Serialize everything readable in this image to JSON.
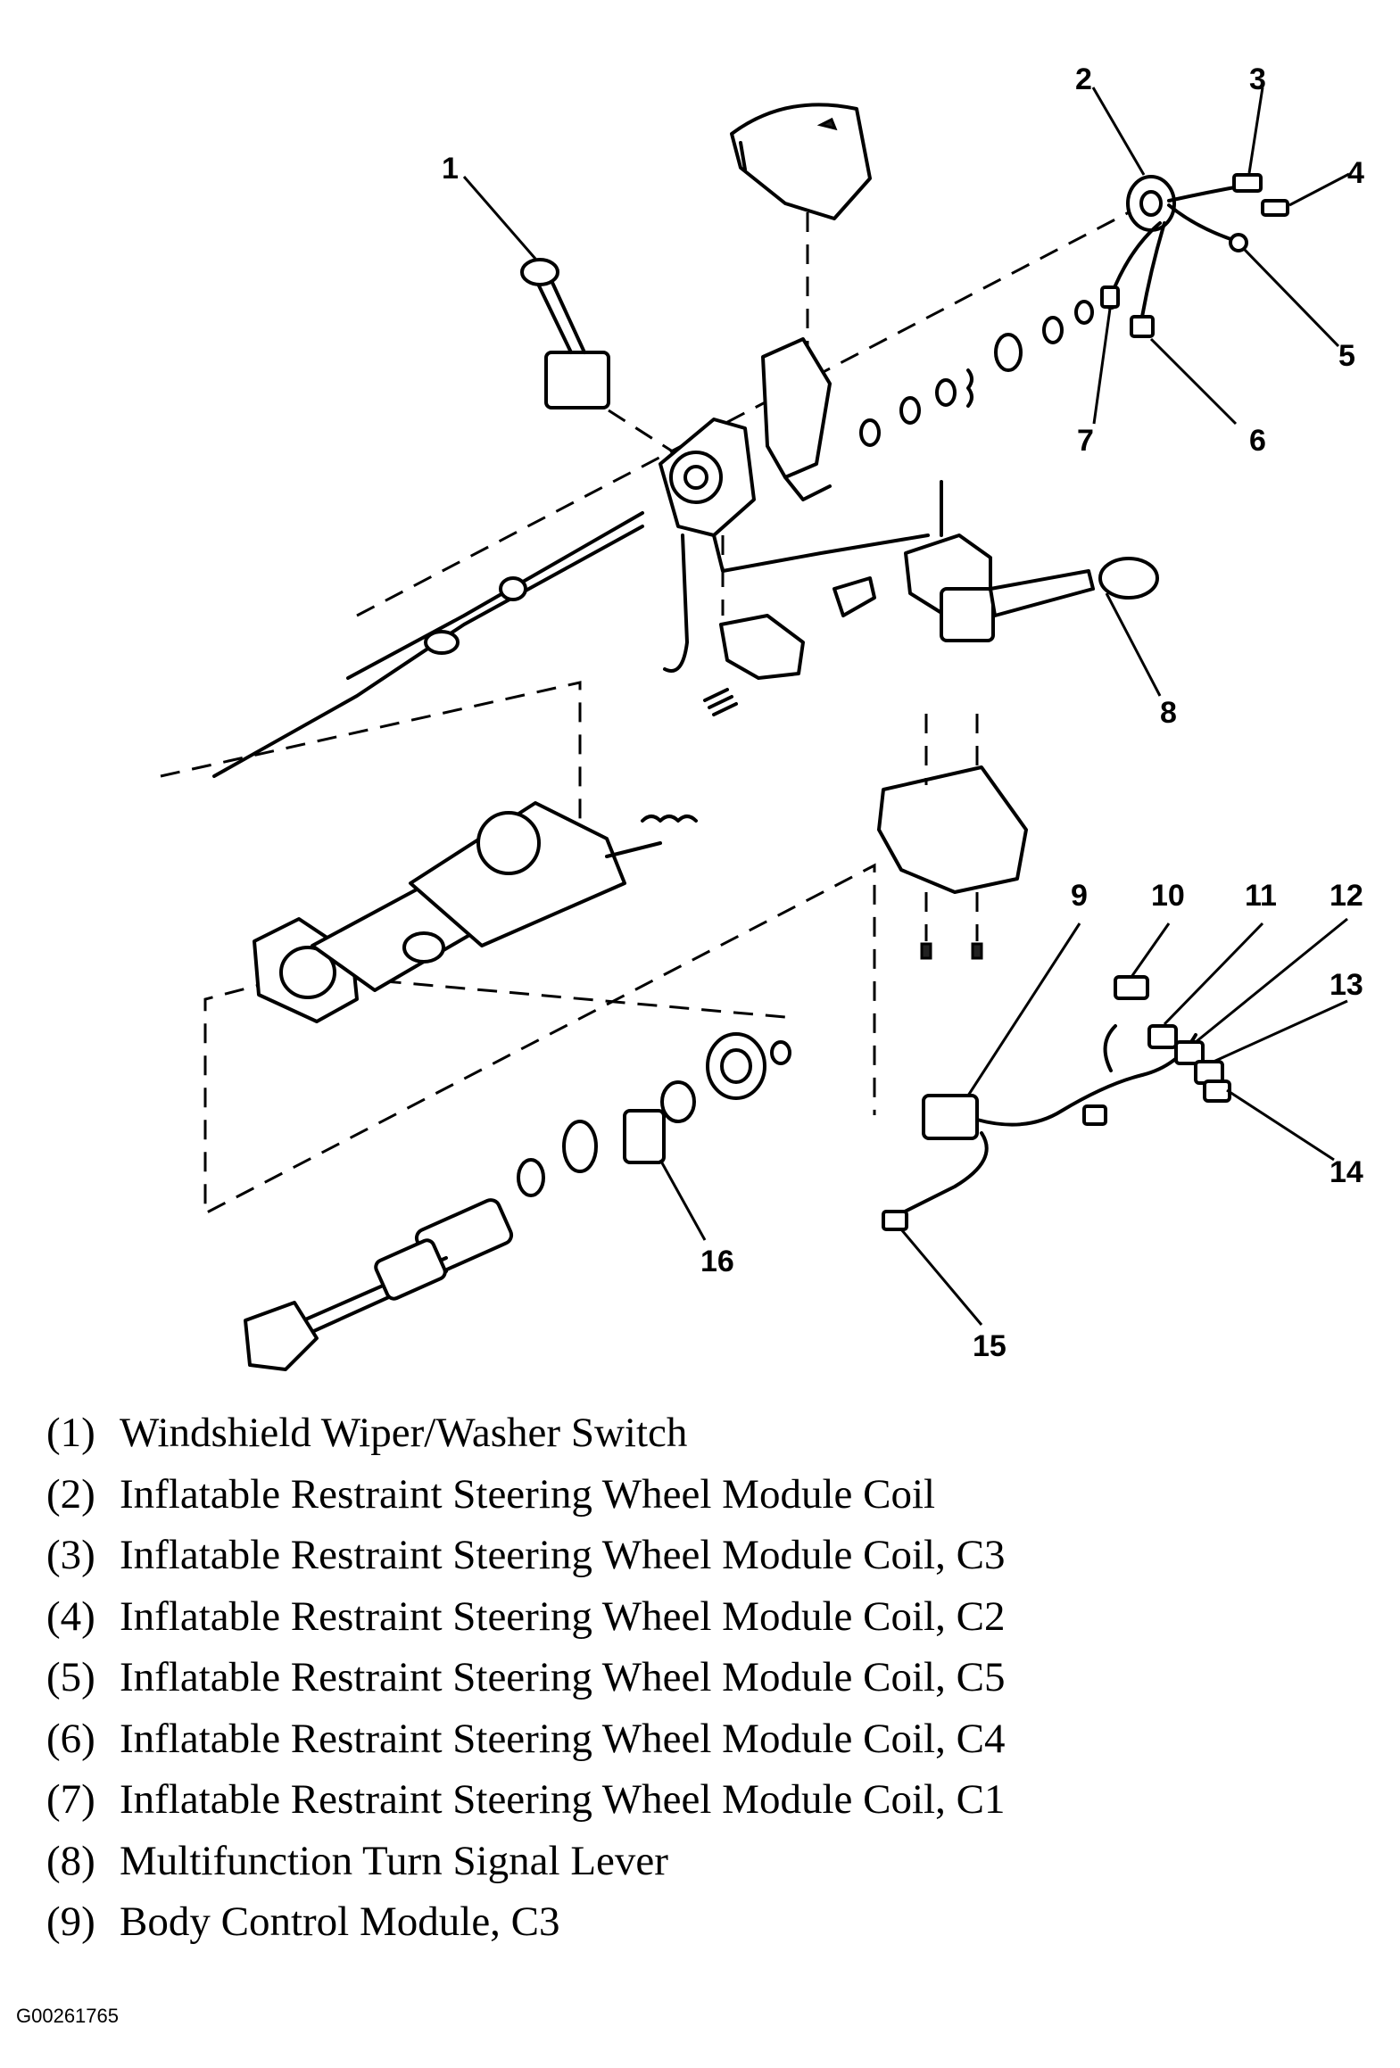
{
  "callouts": [
    "1",
    "2",
    "3",
    "4",
    "5",
    "6",
    "7",
    "8",
    "9",
    "10",
    "11",
    "12",
    "13",
    "14",
    "15",
    "16"
  ],
  "legend": [
    {
      "num": "(1)",
      "text": "Windshield Wiper/Washer Switch"
    },
    {
      "num": "(2)",
      "text": "Inflatable Restraint Steering Wheel Module Coil"
    },
    {
      "num": "(3)",
      "text": "Inflatable Restraint Steering Wheel Module Coil, C3"
    },
    {
      "num": "(4)",
      "text": "Inflatable Restraint Steering Wheel Module Coil, C2"
    },
    {
      "num": "(5)",
      "text": "Inflatable Restraint Steering Wheel Module Coil, C5"
    },
    {
      "num": "(6)",
      "text": "Inflatable Restraint Steering Wheel Module Coil, C4"
    },
    {
      "num": "(7)",
      "text": "Inflatable Restraint Steering Wheel Module Coil, C1"
    },
    {
      "num": "(8)",
      "text": "Multifunction Turn Signal Lever"
    },
    {
      "num": "(9)",
      "text": "Body Control Module, C3"
    }
  ],
  "ref_code": "G00261765"
}
